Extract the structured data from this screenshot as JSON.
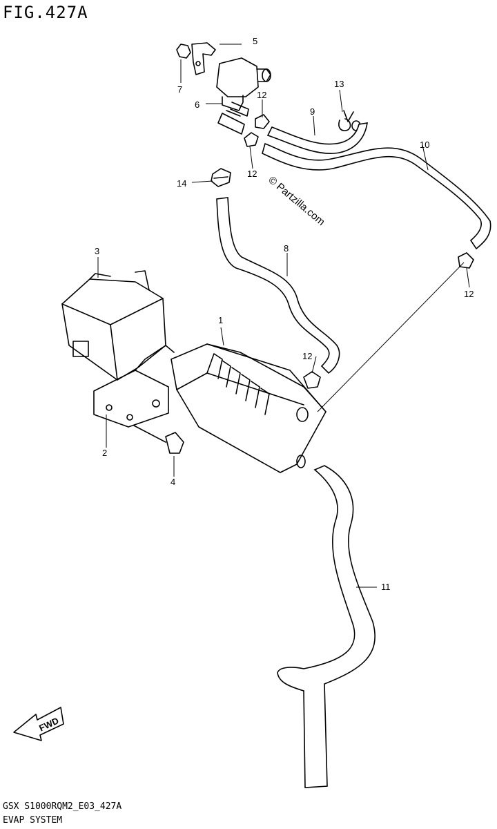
{
  "title": "FIG.427A",
  "watermark": "© Partzilla.com",
  "footer": {
    "code": "GSX S1000RQM2_E03_427A",
    "name": "EVAP SYSTEM"
  },
  "fwd_label": "FWD",
  "callouts": [
    {
      "id": "c1",
      "label": "1"
    },
    {
      "id": "c2",
      "label": "2"
    },
    {
      "id": "c3",
      "label": "3"
    },
    {
      "id": "c4",
      "label": "4"
    },
    {
      "id": "c5",
      "label": "5"
    },
    {
      "id": "c6",
      "label": "6"
    },
    {
      "id": "c7",
      "label": "7"
    },
    {
      "id": "c8",
      "label": "8"
    },
    {
      "id": "c9",
      "label": "9"
    },
    {
      "id": "c10",
      "label": "10"
    },
    {
      "id": "c11",
      "label": "11"
    },
    {
      "id": "c12a",
      "label": "12"
    },
    {
      "id": "c12b",
      "label": "12"
    },
    {
      "id": "c12c",
      "label": "12"
    },
    {
      "id": "c12d",
      "label": "12"
    },
    {
      "id": "c13",
      "label": "13"
    },
    {
      "id": "c14",
      "label": "14"
    }
  ]
}
